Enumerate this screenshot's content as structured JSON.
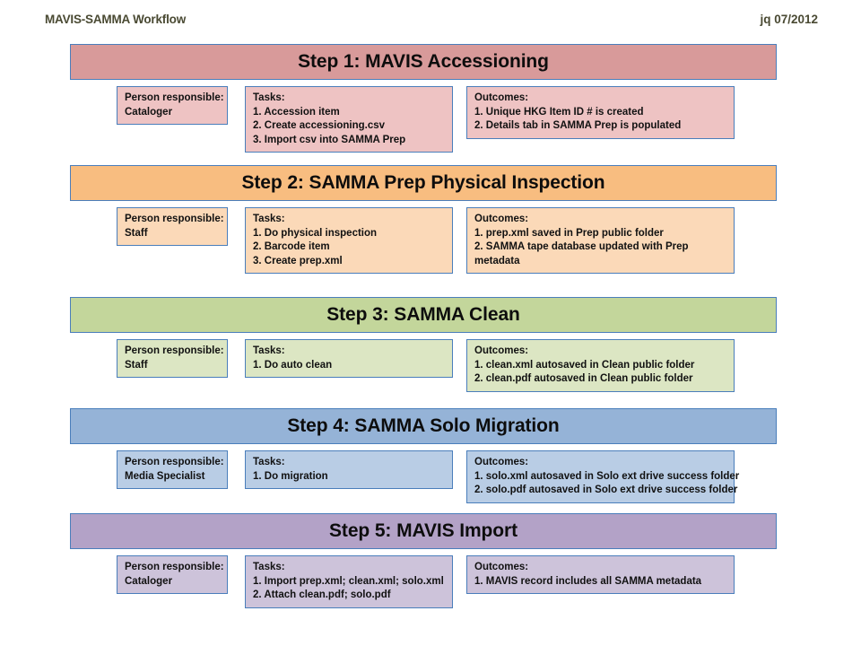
{
  "header": {
    "title": "MAVIS-SAMMA Workflow",
    "date": "jq 07/2012"
  },
  "labels": {
    "person_heading": "Person responsible:",
    "tasks_heading": "Tasks:",
    "outcomes_heading": "Outcomes:"
  },
  "colors": {
    "border": "#4a7ebb",
    "step1_bar": "#d89a9a",
    "step1_panel": "#eec3c3",
    "step2_bar": "#f8bd80",
    "step2_panel": "#fbd9b8",
    "step3_bar": "#c3d69b",
    "step3_panel": "#dce6c3",
    "step4_bar": "#95b3d7",
    "step4_panel": "#b9cde5",
    "step5_bar": "#b3a2c7",
    "step5_panel": "#cdc3da",
    "header_text": "#4a4a33"
  },
  "steps": [
    {
      "bar_label": "Step 1: MAVIS Accessioning",
      "person": "Cataloger",
      "tasks": [
        "1. Accession item",
        "2. Create accessioning.csv",
        "3. Import csv into SAMMA Prep"
      ],
      "outcomes": [
        "1. Unique HKG Item ID # is created",
        "2. Details tab in SAMMA Prep is populated"
      ]
    },
    {
      "bar_label": "Step 2: SAMMA Prep Physical Inspection",
      "person": "Staff",
      "tasks": [
        "1. Do physical inspection",
        "2. Barcode item",
        "3. Create prep.xml"
      ],
      "outcomes": [
        "1. prep.xml saved in Prep public folder",
        "2. SAMMA tape database updated with Prep metadata"
      ]
    },
    {
      "bar_label": "Step 3: SAMMA Clean",
      "person": "Staff",
      "tasks": [
        "1. Do auto clean"
      ],
      "outcomes": [
        "1. clean.xml autosaved in Clean public folder",
        "2. clean.pdf autosaved in Clean public folder"
      ]
    },
    {
      "bar_label": "Step 4: SAMMA Solo Migration",
      "person": "Media Specialist",
      "tasks": [
        "1. Do migration"
      ],
      "outcomes": [
        "1. solo.xml autosaved in Solo ext drive success folder",
        "2. solo.pdf autosaved in Solo ext drive success folder"
      ]
    },
    {
      "bar_label": "Step 5: MAVIS Import",
      "person": "Cataloger",
      "tasks": [
        "1. Import prep.xml; clean.xml; solo.xml",
        "2. Attach clean.pdf; solo.pdf"
      ],
      "outcomes": [
        "1. MAVIS record includes all SAMMA metadata"
      ]
    }
  ]
}
